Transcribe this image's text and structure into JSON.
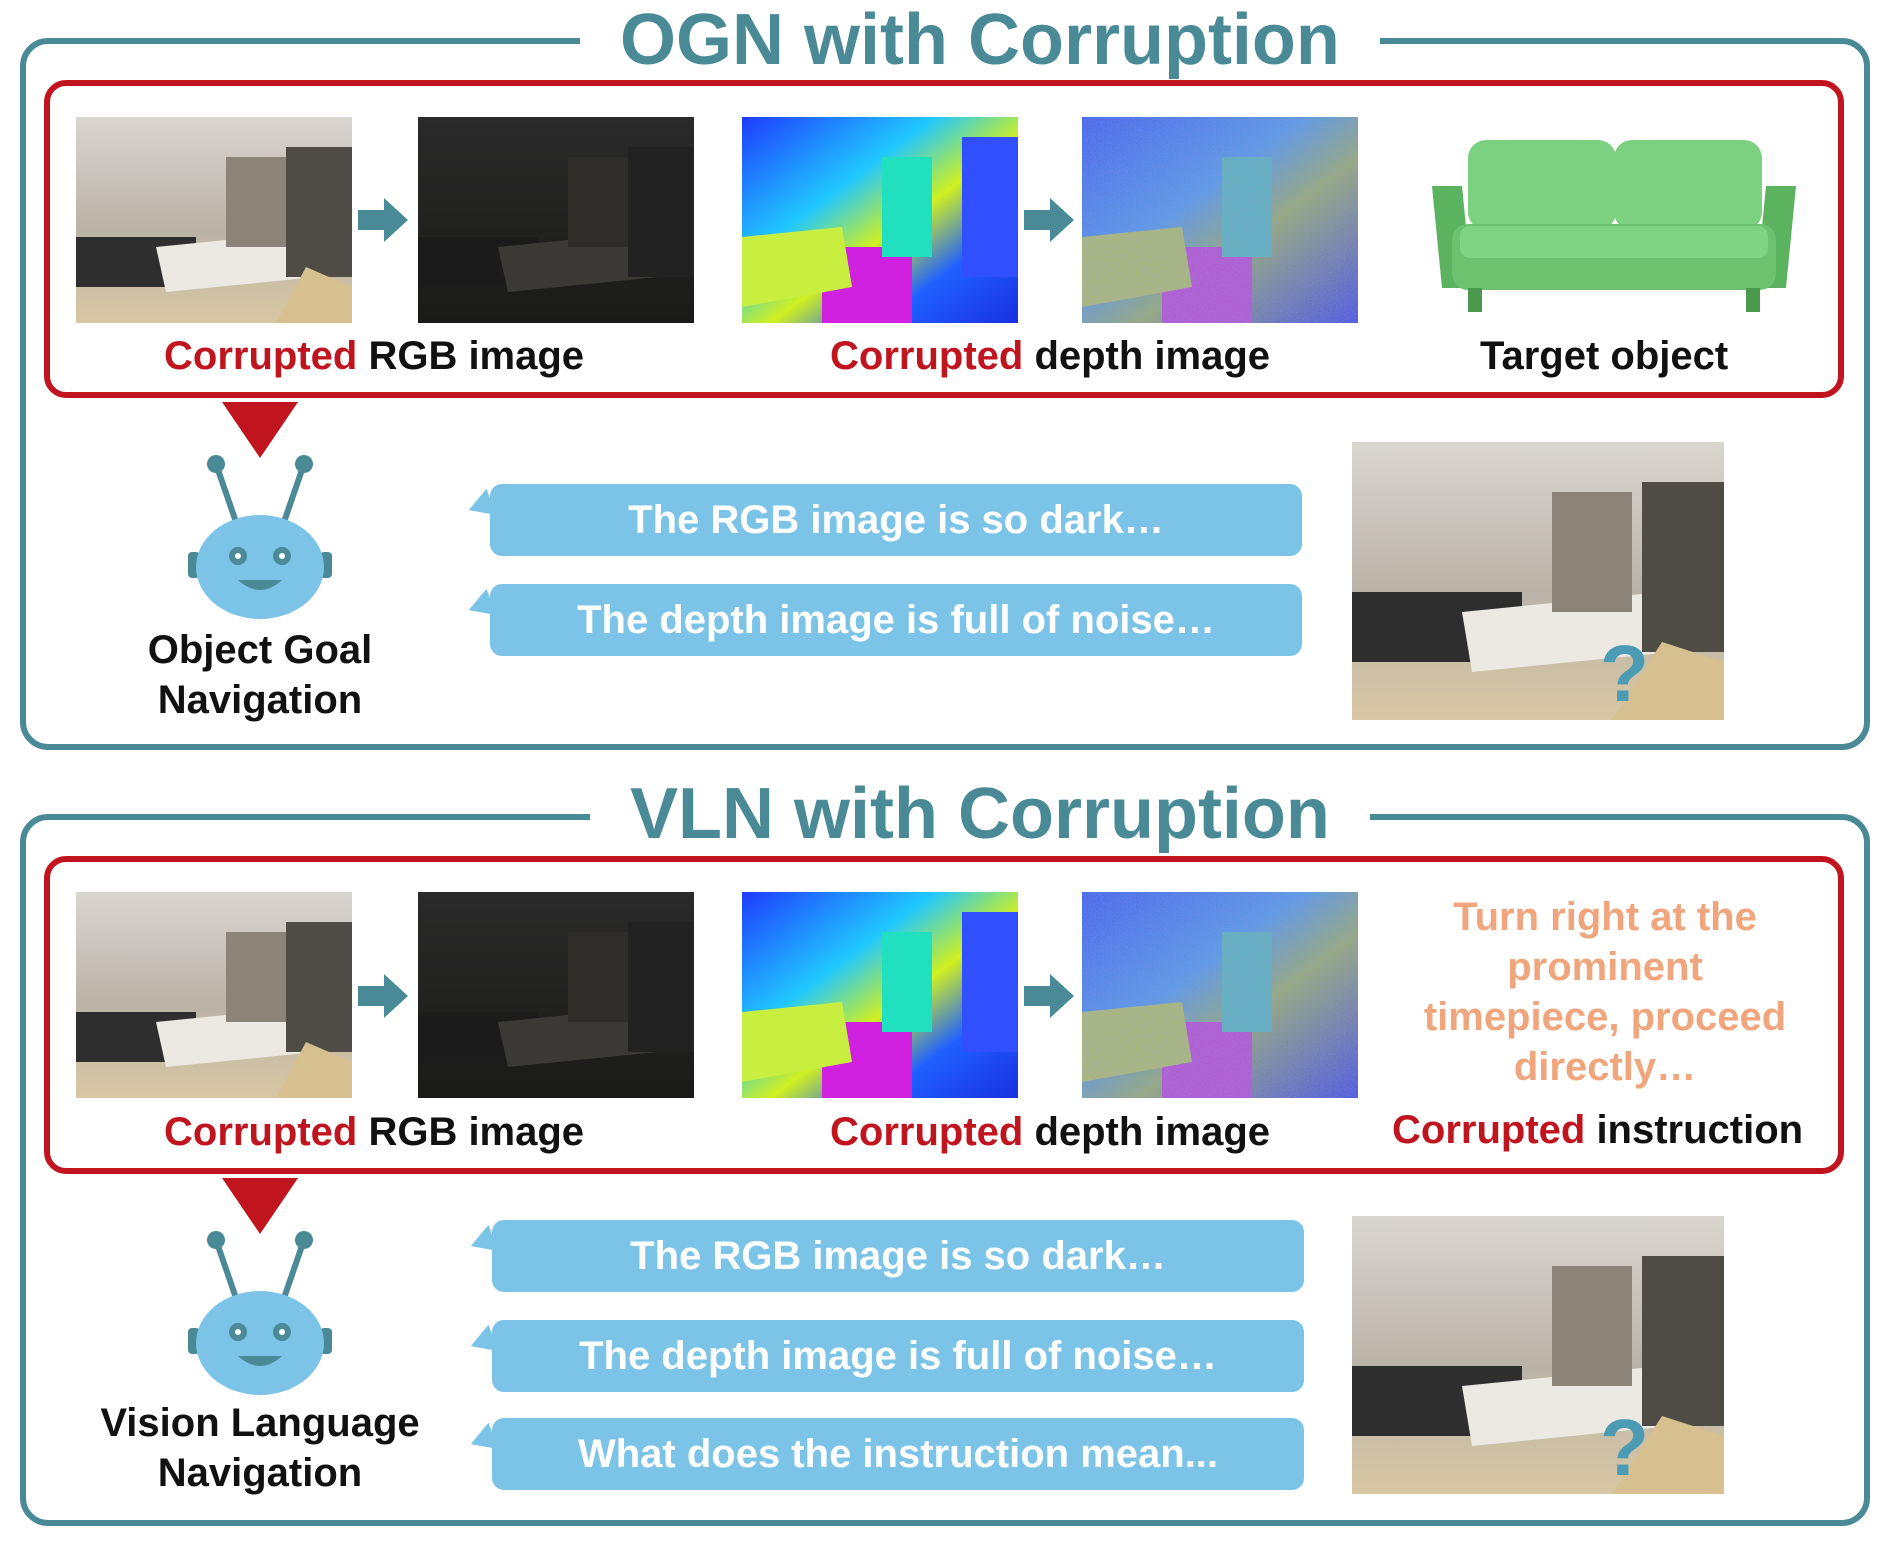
{
  "colors": {
    "teal": "#4a8a96",
    "red": "#c0141e",
    "bubble": "#7bc4e8",
    "instruction": "#f0a57c",
    "sofa": "#6cc26f"
  },
  "ogn": {
    "title": "OGN with Corruption",
    "rgb_corrupted": "Corrupted",
    "rgb_rest": " RGB image",
    "depth_corrupted": "Corrupted",
    "depth_rest": " depth image",
    "target_label": "Target object",
    "bubbles": [
      "The RGB image is so dark…",
      "The depth image is full of noise…"
    ],
    "robot_label_line1": "Object Goal",
    "robot_label_line2": "Navigation",
    "question": "?"
  },
  "vln": {
    "title": "VLN with Corruption",
    "rgb_corrupted": "Corrupted",
    "rgb_rest": " RGB image",
    "depth_corrupted": "Corrupted",
    "depth_rest": " depth image",
    "instruction_lines": [
      "Turn right at the",
      "prominent",
      "timepiece, proceed",
      "directly…"
    ],
    "instr_corrupted": "Corrupted",
    "instr_rest": " instruction",
    "bubbles": [
      "The RGB image is so dark…",
      "The depth image is full of noise…",
      "What does the instruction mean..."
    ],
    "robot_label_line1": "Vision Language",
    "robot_label_line2": "Navigation",
    "question": "?"
  }
}
